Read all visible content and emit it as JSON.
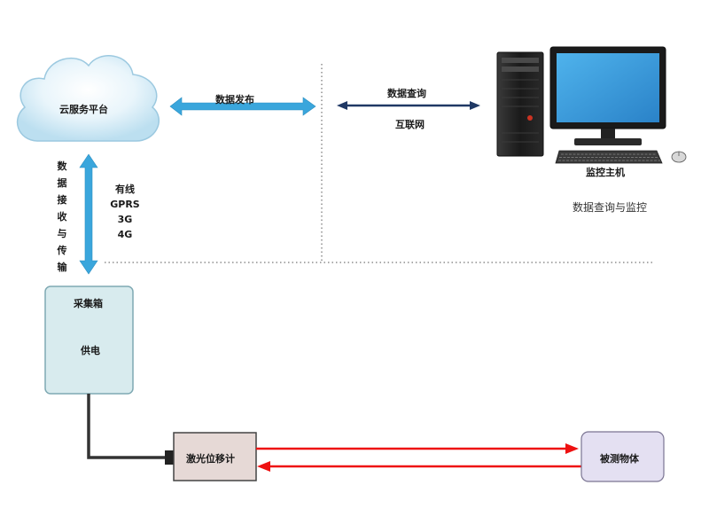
{
  "cloud": {
    "label": "云服务平台"
  },
  "links": {
    "publish_label": "数据发布",
    "query_label": "数据查询",
    "internet_label": "互联网",
    "vertical_label": "数据接收与传输",
    "types": [
      "有线",
      "GPRS",
      "3G",
      "4G"
    ]
  },
  "monitor": {
    "host_label": "监控主机",
    "desc_label": "数据查询与监控"
  },
  "collector": {
    "title": "采集箱",
    "power": "供电"
  },
  "laser": {
    "label": "激光位移计"
  },
  "target": {
    "label": "被测物体"
  },
  "colors": {
    "cyan_arrow": "#3aa6dc",
    "navy_arrow": "#1f3864",
    "red_beam": "#ee1111",
    "collector_fill": "#d8ebee",
    "laser_fill": "#e6d9d6",
    "target_fill": "#e4e0f2",
    "cable": "#333333",
    "screen_blue": "#3b9ee0"
  }
}
